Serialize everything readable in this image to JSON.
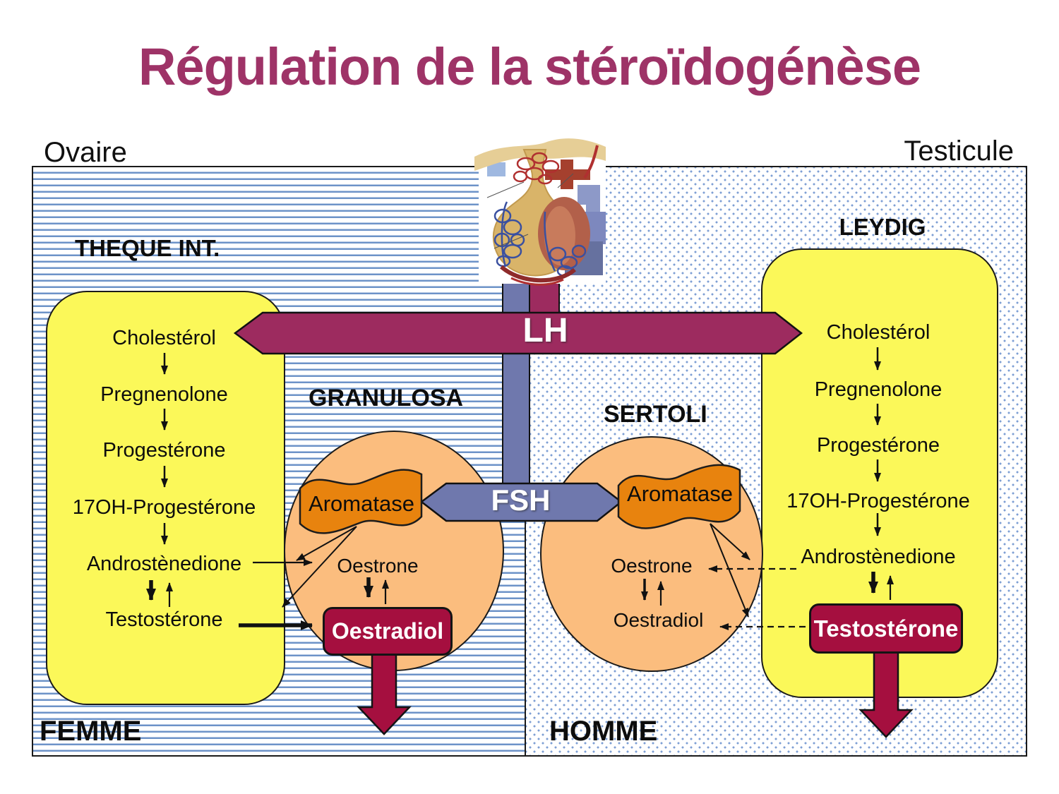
{
  "title": "Régulation de la stéroïdogénèse",
  "hormones": {
    "lh": "LH",
    "fsh": "FSH"
  },
  "female": {
    "organ": "Ovaire",
    "region_label": "THEQUE INT.",
    "cell_label": "GRANULOSA",
    "sex_label": "FEMME",
    "pathway": [
      "Cholestérol",
      "Pregnenolone",
      "Progestérone",
      "17OH-Progestérone",
      "Androstènedione",
      "Testostérone"
    ],
    "granulosa": {
      "enzyme": "Aromatase",
      "estrone": "Oestrone",
      "estradiol": "Oestradiol"
    }
  },
  "male": {
    "organ": "Testicule",
    "region_label": "LEYDIG",
    "cell_label": "SERTOLI",
    "sex_label": "HOMME",
    "pathway": [
      "Cholestérol",
      "Pregnenolone",
      "Progestérone",
      "17OH-Progestérone",
      "Androstènedione"
    ],
    "product": "Testostérone",
    "sertoli": {
      "enzyme": "Aromatase",
      "estrone": "Oestrone",
      "estradiol": "Oestradiol"
    }
  },
  "colors": {
    "title": "#9E3367",
    "lh_arrow": "#9D2B5F",
    "fsh_arrow": "#6F78AD",
    "product_box": "#A50F3F",
    "cell_fill": "#FBBD7E",
    "enzyme_fill": "#E8830E",
    "panel_fill": "#FBF859",
    "line_pattern": "#6D93C8",
    "dot_pattern": "#7E9FD4"
  }
}
